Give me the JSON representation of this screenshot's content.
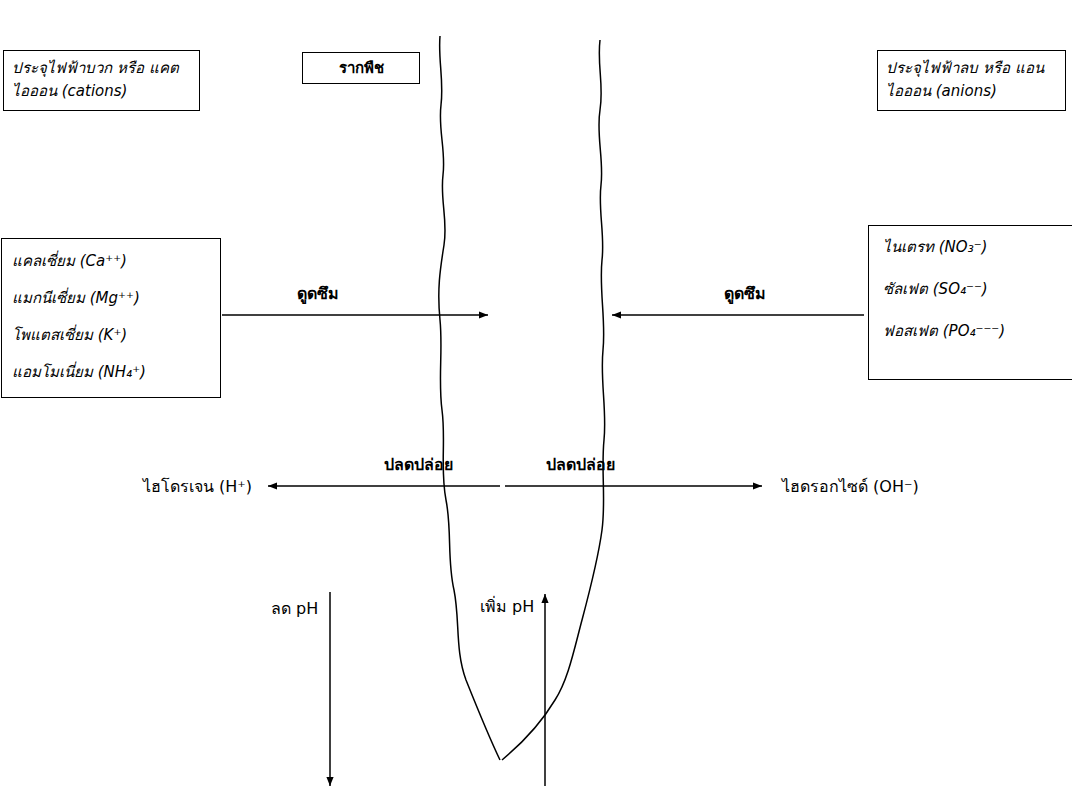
{
  "diagram": {
    "nodes": [
      {
        "text": [
          "ประจุไฟฟ้าบวก หรือ แคตไอออน (cations)"
        ]
      },
      {
        "text": [
          "รากพืช"
        ]
      },
      {
        "text": [
          "ประจุไฟฟ้าลบ หรือ แอนไอออน (anions)"
        ]
      },
      {
        "text": [
          "แคลเซี่ยม (Ca⁺⁺)",
          "แมกนีเซี่ยม (Mg⁺⁺)",
          "โพแตสเซี่ยม (K⁺)",
          "แอมโมเนี่ยม (NH₄⁺)"
        ]
      },
      {
        "text": [
          "ไนเตรท (NO₃⁻)",
          "ซัลเฟต (SO₄⁻⁻)",
          "ฟอสเฟต (PO₄⁻⁻⁻)"
        ]
      }
    ],
    "labels": [
      "ดูดซึม",
      "ดูดซึม",
      "ไฮโดรเจน (H⁺)",
      "ปลดปล่อย",
      "ปลดปล่อย",
      "ไฮดรอกไซด์ (OH⁻)",
      "ลด pH",
      "เพิ่ม pH"
    ]
  }
}
